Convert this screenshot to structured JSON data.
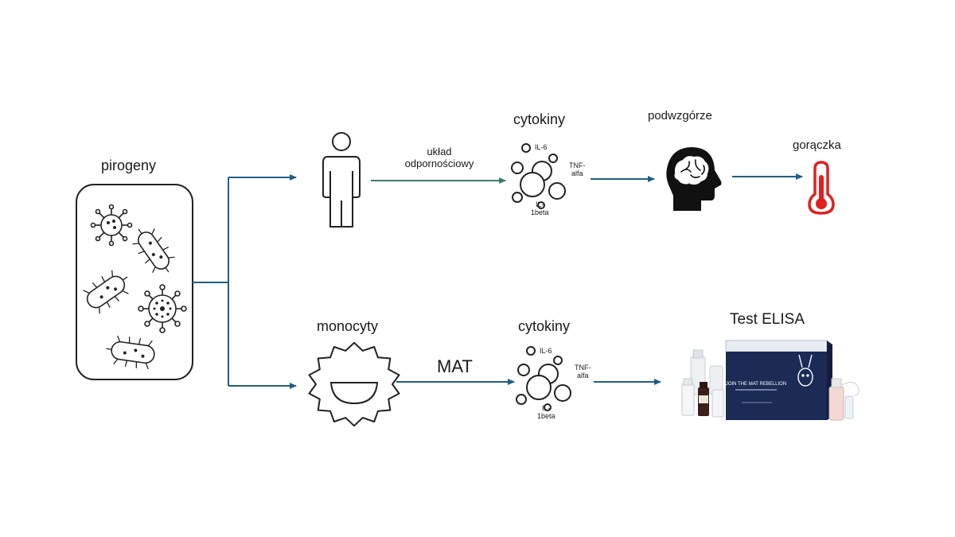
{
  "labels": {
    "pyrogens": "pirogeny",
    "immune_line1": "układ",
    "immune_line2": "odpornościowy",
    "cytokines_top": "cytokiny",
    "hypothalamus": "podwzgórze",
    "fever": "gorączka",
    "monocytes": "monocyty",
    "mat": "MAT",
    "cytokines_bottom": "cytokiny",
    "elisa": "Test ELISA"
  },
  "cytokine_names": {
    "il6": "IL-6",
    "tnf_line1": "TNF-",
    "tnf_line2": "alfa",
    "il1_line1": "IL-",
    "il1_line2": "1beta"
  },
  "kit_text": {
    "brand": "JOIN THE MAT REBELLION"
  },
  "colors": {
    "arrow": "#1f5f86",
    "arrow_green": "#3a7d72",
    "thermometer": "#e02020",
    "kit_box": "#1c2a56",
    "kit_lid": "#e8ecf3"
  },
  "icons": [
    "person-icon",
    "brain-head-icon",
    "thermometer-icon",
    "monocyte-icon",
    "microbe-icon",
    "virus-icon",
    "bacteria-icon",
    "elisa-kit-image"
  ]
}
